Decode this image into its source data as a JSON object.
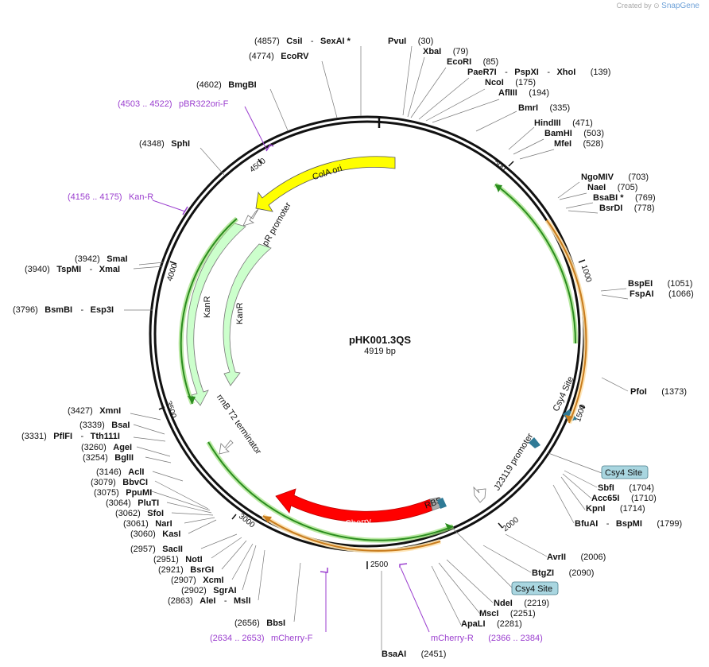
{
  "credit": {
    "prefix": "Created by",
    "brand": "SnapGene"
  },
  "plasmid": {
    "name": "pHK001.3QS",
    "size": "4919 bp"
  },
  "ticks": [
    "500",
    "1000",
    "1500",
    "2000",
    "2500",
    "3000",
    "3500",
    "4000",
    "4500"
  ],
  "sites": {
    "s4857": {
      "pos": "(4857)",
      "name": "CsiI",
      "extra": "SexAI *"
    },
    "s4774": {
      "pos": "(4774)",
      "name": "EcoRV"
    },
    "s4602": {
      "pos": "(4602)",
      "name": "BmgBI"
    },
    "s4348": {
      "pos": "(4348)",
      "name": "SphI"
    },
    "s3942": {
      "pos": "(3942)",
      "name": "SmaI"
    },
    "s3940": {
      "pos": "(3940)",
      "name": "TspMI",
      "extra": "XmaI"
    },
    "s3796": {
      "pos": "(3796)",
      "name": "BsmBI",
      "extra": "Esp3I"
    },
    "s3427": {
      "pos": "(3427)",
      "name": "XmnI"
    },
    "s3339": {
      "pos": "(3339)",
      "name": "BsaI"
    },
    "s3331": {
      "pos": "(3331)",
      "name": "PflFI",
      "extra": "Tth111I"
    },
    "s3260": {
      "pos": "(3260)",
      "name": "AgeI"
    },
    "s3254": {
      "pos": "(3254)",
      "name": "BglII"
    },
    "s3146": {
      "pos": "(3146)",
      "name": "AclI"
    },
    "s3079": {
      "pos": "(3079)",
      "name": "BbvCI"
    },
    "s3075": {
      "pos": "(3075)",
      "name": "PpuMI"
    },
    "s3064": {
      "pos": "(3064)",
      "name": "PluTI"
    },
    "s3062": {
      "pos": "(3062)",
      "name": "SfoI"
    },
    "s3061": {
      "pos": "(3061)",
      "name": "NarI"
    },
    "s3060": {
      "pos": "(3060)",
      "name": "KasI"
    },
    "s2957": {
      "pos": "(2957)",
      "name": "SacII"
    },
    "s2951": {
      "pos": "(2951)",
      "name": "NotI"
    },
    "s2921": {
      "pos": "(2921)",
      "name": "BsrGI"
    },
    "s2907": {
      "pos": "(2907)",
      "name": "XcmI"
    },
    "s2902": {
      "pos": "(2902)",
      "name": "SgrAI"
    },
    "s2863": {
      "pos": "(2863)",
      "name": "AleI",
      "extra": "MslI"
    },
    "s2656": {
      "pos": "(2656)",
      "name": "BbsI"
    },
    "s30": {
      "name": "PvuI",
      "pos": "(30)"
    },
    "s79": {
      "name": "XbaI",
      "pos": "(79)"
    },
    "s85": {
      "name": "EcoRI",
      "pos": "(85)"
    },
    "s139": {
      "name": "PaeR7I",
      "extra1": "PspXI",
      "extra2": "XhoI",
      "pos": "(139)"
    },
    "s175": {
      "name": "NcoI",
      "pos": "(175)"
    },
    "s194": {
      "name": "AflIII",
      "pos": "(194)"
    },
    "s335": {
      "name": "BmrI",
      "pos": "(335)"
    },
    "s471": {
      "name": "HindIII",
      "pos": "(471)"
    },
    "s503": {
      "name": "BamHI",
      "pos": "(503)"
    },
    "s528": {
      "name": "MfeI",
      "pos": "(528)"
    },
    "s703": {
      "name": "NgoMIV",
      "pos": "(703)"
    },
    "s705": {
      "name": "NaeI",
      "pos": "(705)"
    },
    "s769": {
      "name": "BsaBI *",
      "pos": "(769)"
    },
    "s778": {
      "name": "BsrDI",
      "pos": "(778)"
    },
    "s1051": {
      "name": "BspEI",
      "pos": "(1051)"
    },
    "s1066": {
      "name": "FspAI",
      "pos": "(1066)"
    },
    "s1373": {
      "name": "PfoI",
      "pos": "(1373)"
    },
    "s1704": {
      "name": "SbfI",
      "pos": "(1704)"
    },
    "s1710": {
      "name": "Acc65I",
      "pos": "(1710)"
    },
    "s1714": {
      "name": "KpnI",
      "pos": "(1714)"
    },
    "s1799": {
      "name": "BfuAI",
      "extra": "BspMI",
      "pos": "(1799)"
    },
    "s2006": {
      "name": "AvrII",
      "pos": "(2006)"
    },
    "s2090": {
      "name": "BtgZI",
      "pos": "(2090)"
    },
    "s2219": {
      "name": "NdeI",
      "pos": "(2219)"
    },
    "s2251": {
      "name": "MscI",
      "pos": "(2251)"
    },
    "s2281": {
      "name": "ApaLI",
      "pos": "(2281)"
    },
    "s2451": {
      "name": "BsaAI",
      "pos": "(2451)"
    }
  },
  "primers": {
    "p1": {
      "range": "(4503 .. 4522)",
      "name": "pBR322ori-F"
    },
    "p2": {
      "range": "(4156 .. 4175)",
      "name": "Kan-R"
    },
    "p3": {
      "range": "(2634 .. 2653)",
      "name": "mCherry-F"
    },
    "p4": {
      "name": "mCherry-R",
      "range": "(2366 .. 2384)"
    }
  },
  "boxed": [
    "Csy4 Site",
    "Csy4 Site"
  ],
  "features": {
    "cola": "ColA ori",
    "ampr": "AmpR promoter",
    "kanr1": "KanR",
    "kanr2": "KanR",
    "rrnb": "rrnB T2 terminator",
    "mcherry": "mCherry",
    "rbs": "RBS",
    "j23119": "J23119 promoter",
    "csy4": "Csy4 Site"
  },
  "colors": {
    "colA": "#ffff00",
    "kanR": "#ccffcc",
    "mCherry": "#ff0000",
    "primer": "#9b3fcf",
    "csy4": "#2f7a96",
    "boxFill": "#a9d6e0",
    "orange": "#f3a93a",
    "green": "#2a8c1e"
  }
}
